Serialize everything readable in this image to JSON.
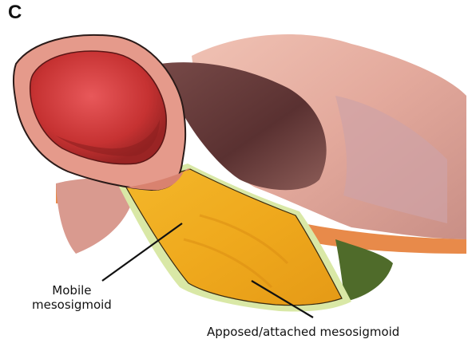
{
  "figure": {
    "panel_letter": "C",
    "labels": {
      "mobile_line1": "Mobile",
      "mobile_line2": "mesosigmoid",
      "apposed": "Apposed/attached mesosigmoid"
    }
  },
  "colors": {
    "colon_outer": "#e59a8b",
    "colon_lumen": "#cf3e3a",
    "mesosigmoid": "#f0b024",
    "posterior_wall": "#d9a79c",
    "peritoneum_edge": "#e2782f",
    "pale_margin": "#d9e8a6",
    "green_structure": "#4f6b2a",
    "leader_line": "#111111"
  }
}
